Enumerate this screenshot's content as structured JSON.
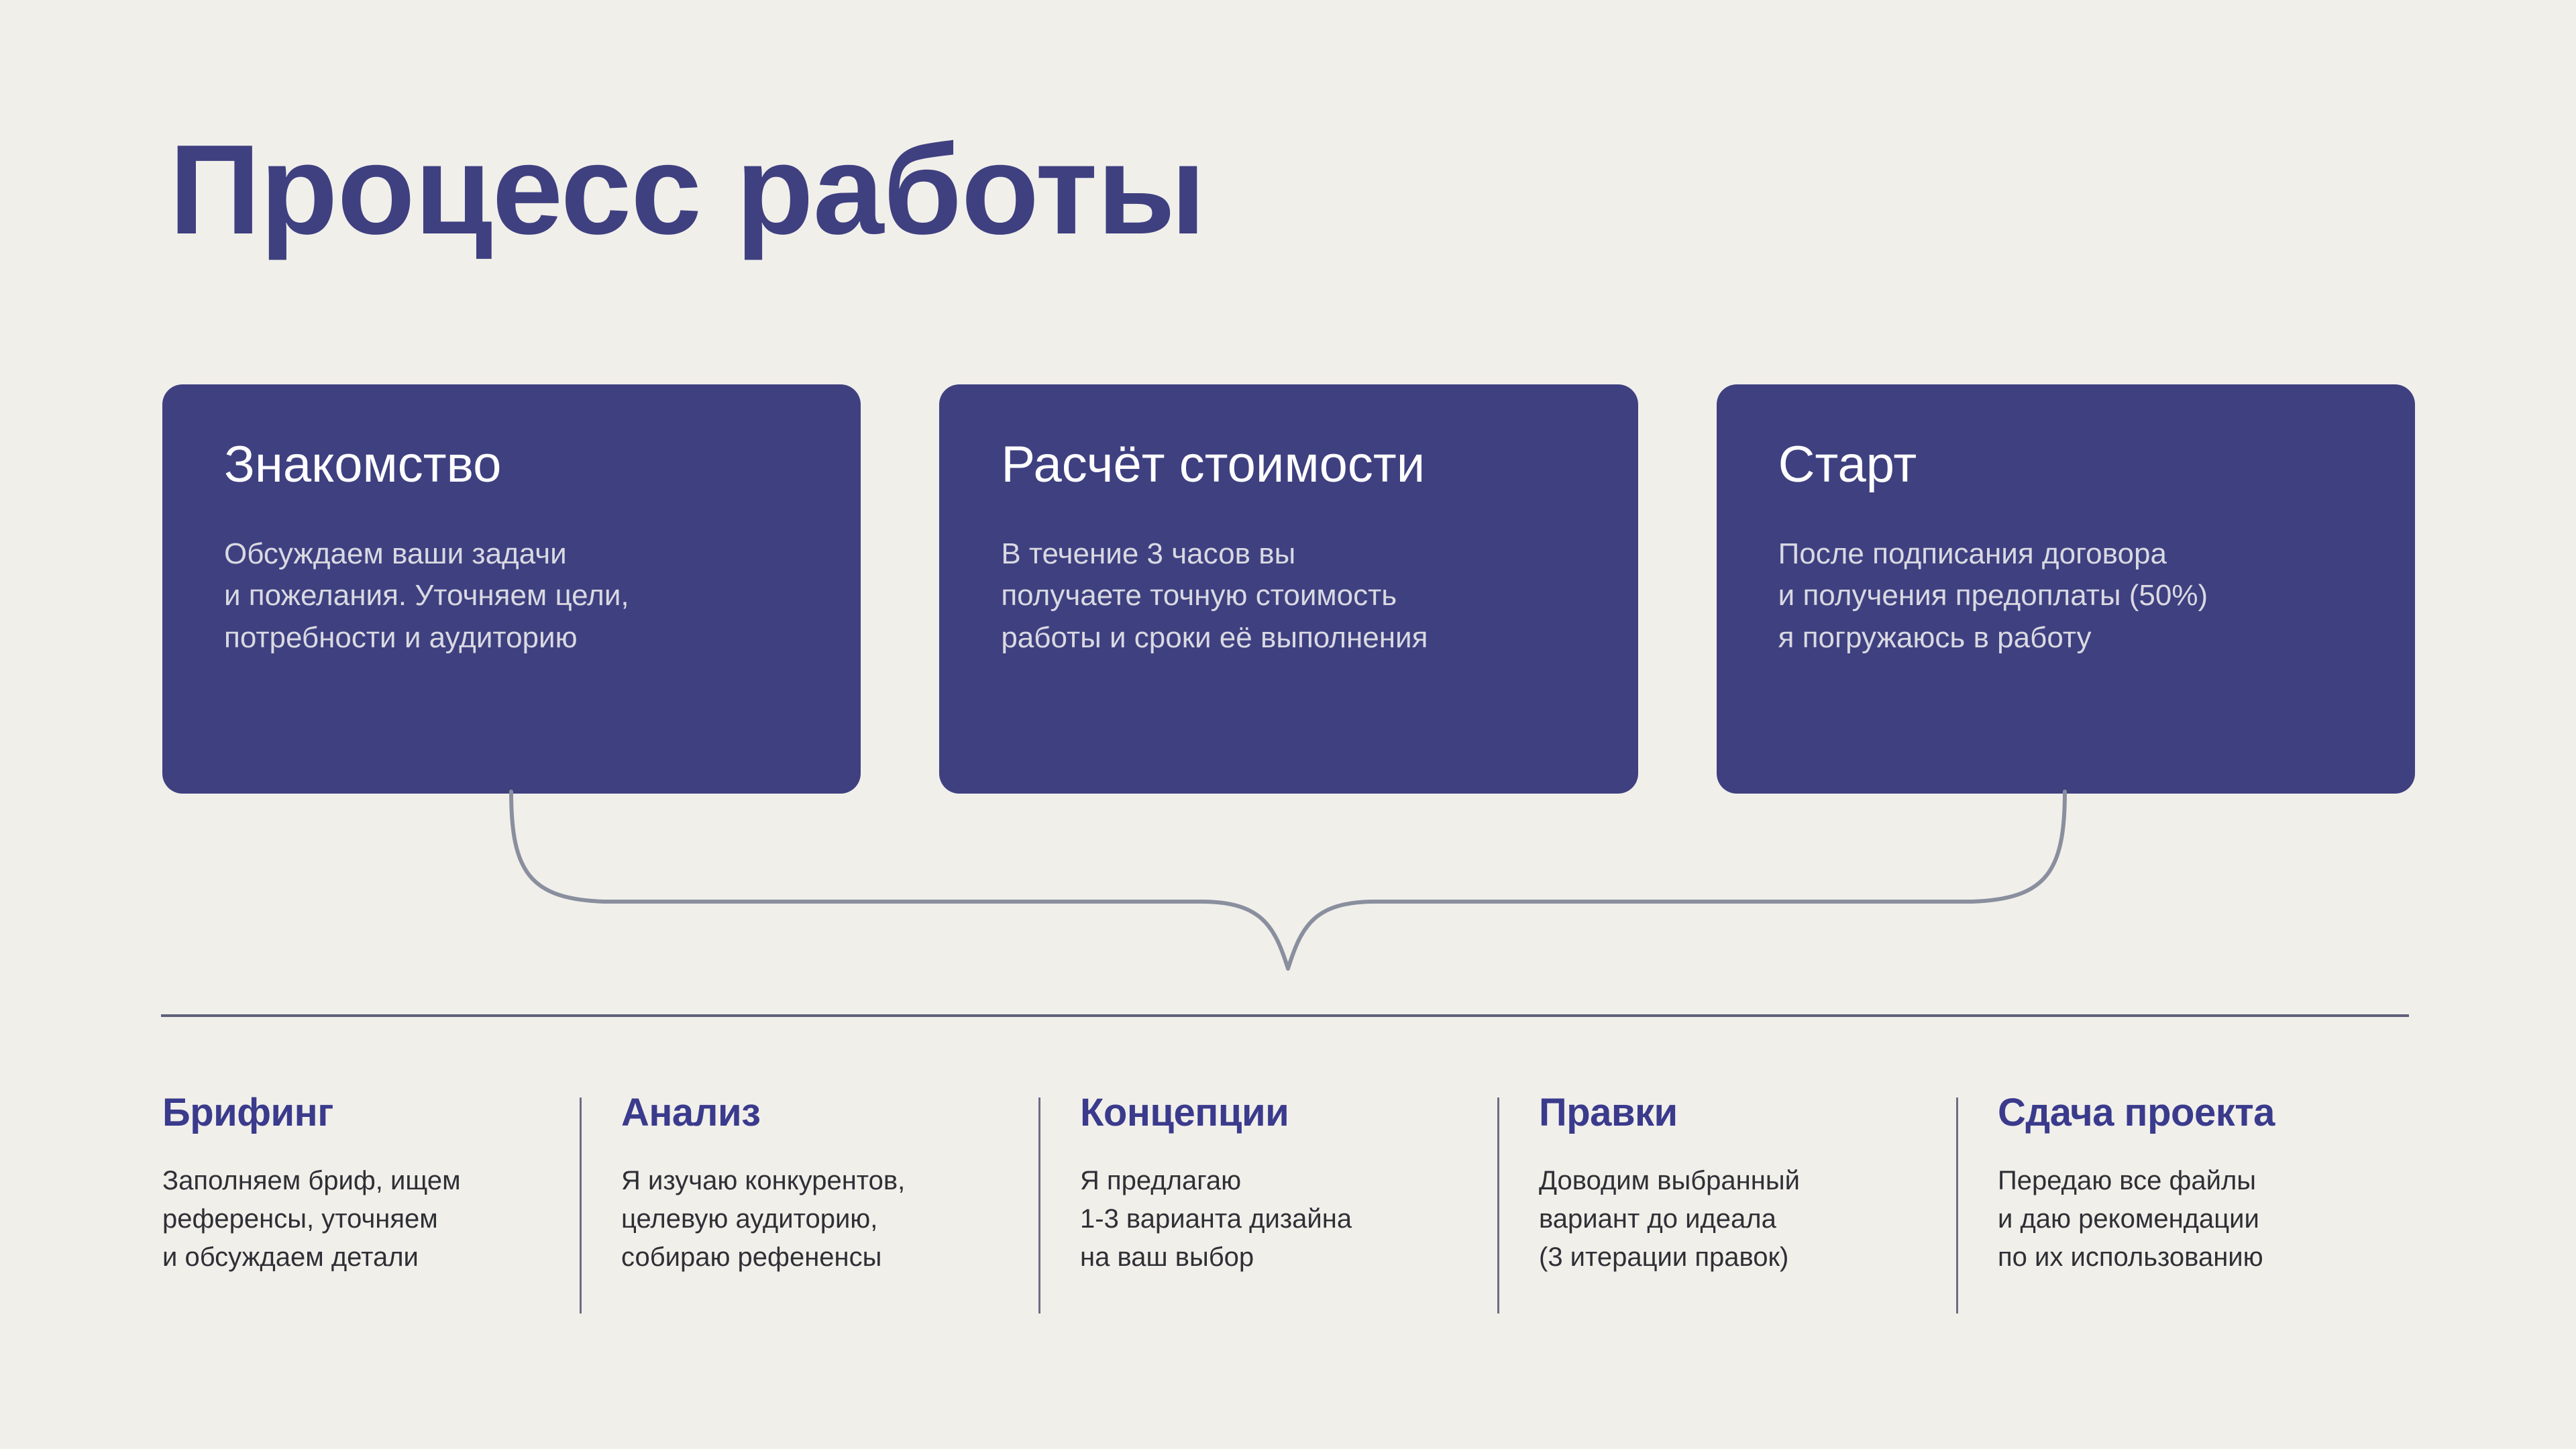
{
  "colors": {
    "background": "#f1efea",
    "card_background": "#3f4080",
    "title_accent": "#3f4080",
    "column_heading": "#3a3b8c",
    "body_text": "#2f3036",
    "card_body_text": "#d9d9e2",
    "divider": "#5f6078",
    "column_separator": "#6c6d85",
    "brace_stroke": "#8a8f9e"
  },
  "header": {
    "title": "Процесс работы"
  },
  "steps": [
    {
      "title": "Знакомство",
      "description": "Обсуждаем ваши задачи\nи пожелания. Уточняем цели,\nпотребности и аудиторию"
    },
    {
      "title": "Расчёт стоимости",
      "description": "В течение 3 часов вы\nполучаете точную стоимость\nработы и сроки её выполнения"
    },
    {
      "title": "Старт",
      "description": "После подписания договора\nи получения предоплаты (50%)\nя погружаюсь в работу"
    }
  ],
  "stages": [
    {
      "title": "Брифинг",
      "description": "Заполняем бриф, ищем\nреференсы, уточняем\nи обсуждаем детали"
    },
    {
      "title": "Анализ",
      "description": "Я изучаю конкурентов,\nцелевую аудиторию,\nсобираю рефененсы"
    },
    {
      "title": "Концепции",
      "description": "Я предлагаю\n1-3 варианта дизайна\nна ваш выбор"
    },
    {
      "title": "Правки",
      "description": "Доводим выбранный\nвариант до идеала\n(3 итерации правок)"
    },
    {
      "title": "Сдача проекта",
      "description": "Передаю все файлы\nи даю рекомендации\nпо их использованию"
    }
  ],
  "connector": {
    "icon": "curly-brace-down-icon"
  }
}
